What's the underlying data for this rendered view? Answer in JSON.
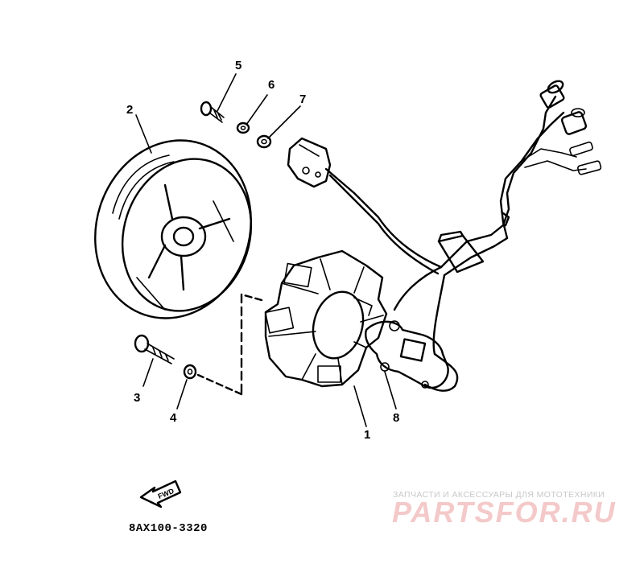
{
  "callouts": {
    "c1": "1",
    "c2": "2",
    "c3": "3",
    "c4": "4",
    "c5": "5",
    "c6": "6",
    "c7": "7",
    "c8": "8"
  },
  "fwd_label": "FWD",
  "diagram_code": "8AX100-3320",
  "watermark": {
    "tagline": "ЗАПЧАСТИ И АКСЕССУАРЫ ДЛЯ МОТОТЕХНИКИ",
    "logo": "PARTSFOR.RU",
    "color": "#f4c9c9"
  }
}
